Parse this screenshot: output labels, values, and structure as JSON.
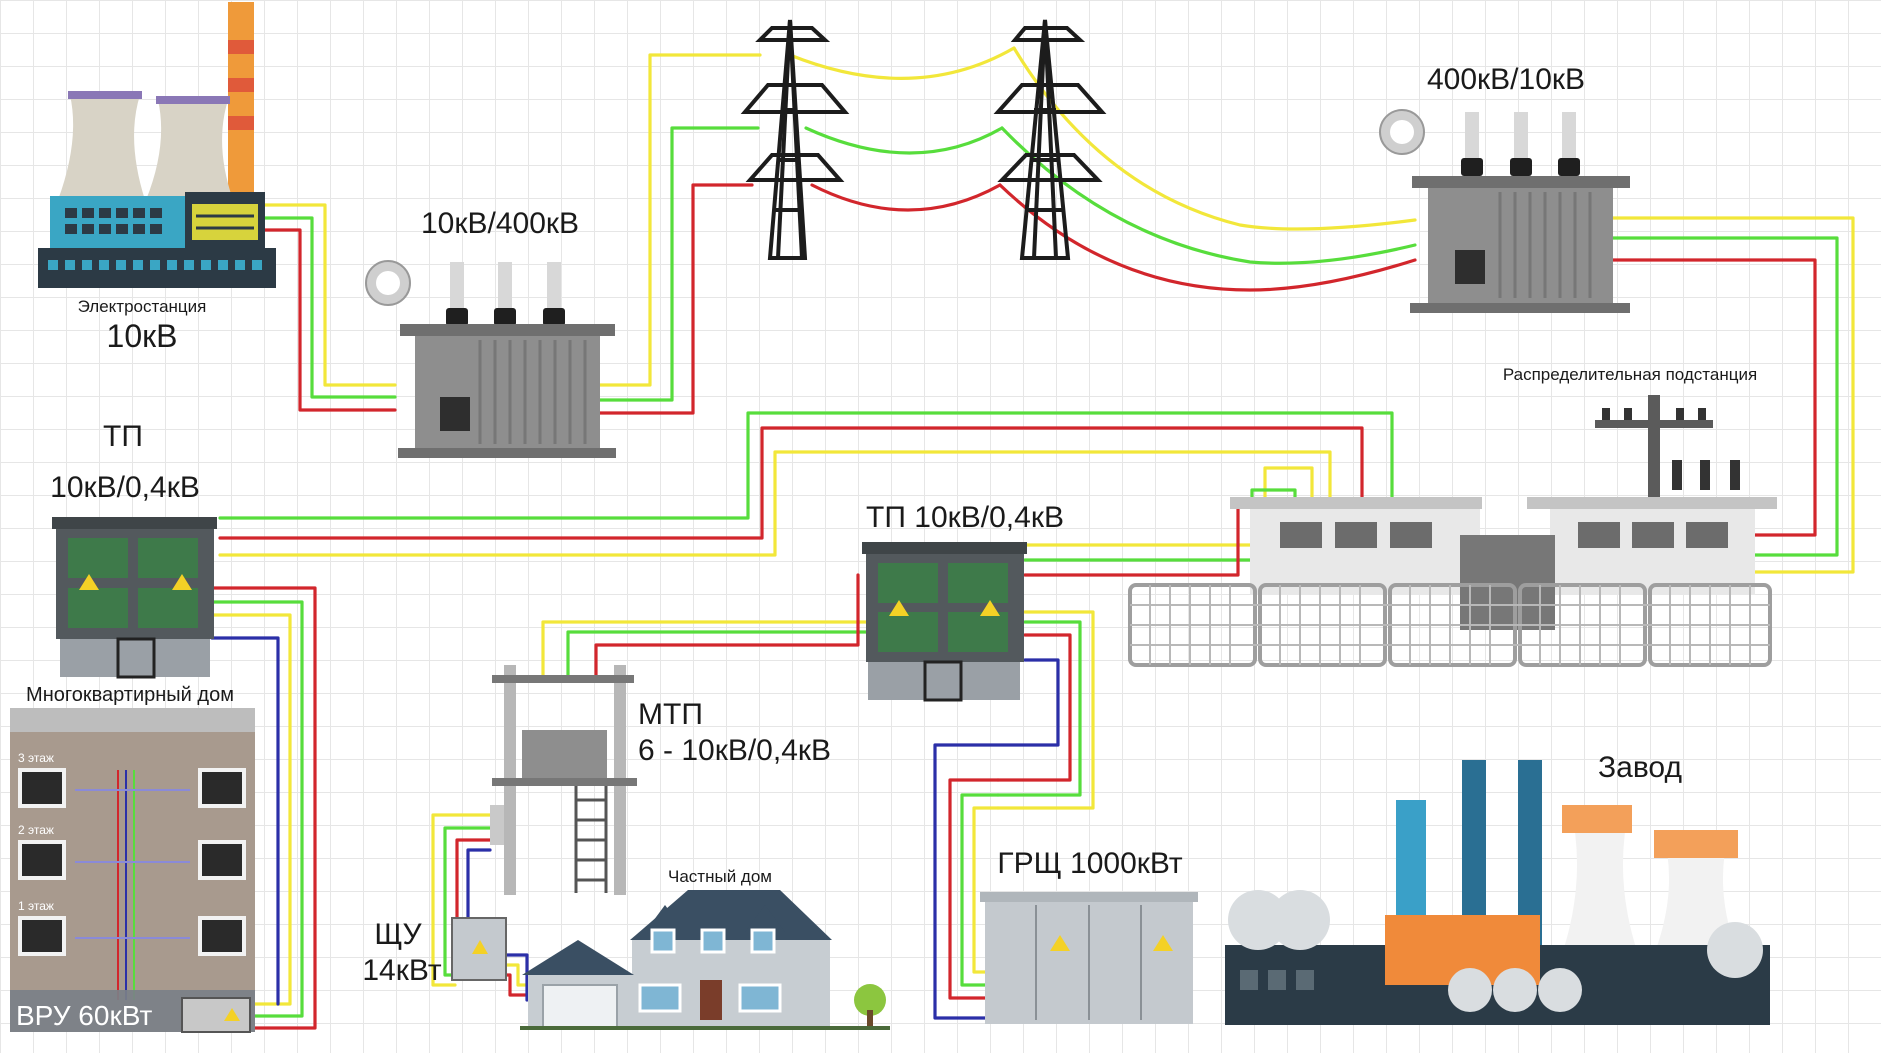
{
  "labels": {
    "plant_caption": "Электростанция",
    "plant_voltage": "10кВ",
    "step_up": "10кВ/400кВ",
    "step_down": "400кВ/10кВ",
    "substation": "Распределительная подстанция",
    "tp_left_title": "ТП",
    "tp_left_voltage": "10кВ/0,4кВ",
    "tp_mid": "ТП 10кВ/0,4кВ",
    "apartment": "Многоквартирный дом",
    "vru": "ВРУ 60кВт",
    "mtp_title": "МТП",
    "mtp_voltage": "6 - 10кВ/0,4кВ",
    "private_house": "Частный дом",
    "shu_line1": "ЩУ",
    "shu_line2": "14кВт",
    "grsh": "ГРЩ 1000кВт",
    "factory": "Завод"
  },
  "floors": [
    "3 этаж",
    "2 этаж",
    "1 этаж"
  ],
  "wire_colors": {
    "yellow": "#f2e73a",
    "green": "#57dd3c",
    "red": "#d2262c",
    "blue": "#2b2fa8"
  },
  "palette": {
    "transformer": "#8e8e8e",
    "cabinet": "#53595d",
    "tower": "#1c1c1c",
    "plant_teal": "#3aa6c4",
    "chimney": "#ef9a3a"
  }
}
